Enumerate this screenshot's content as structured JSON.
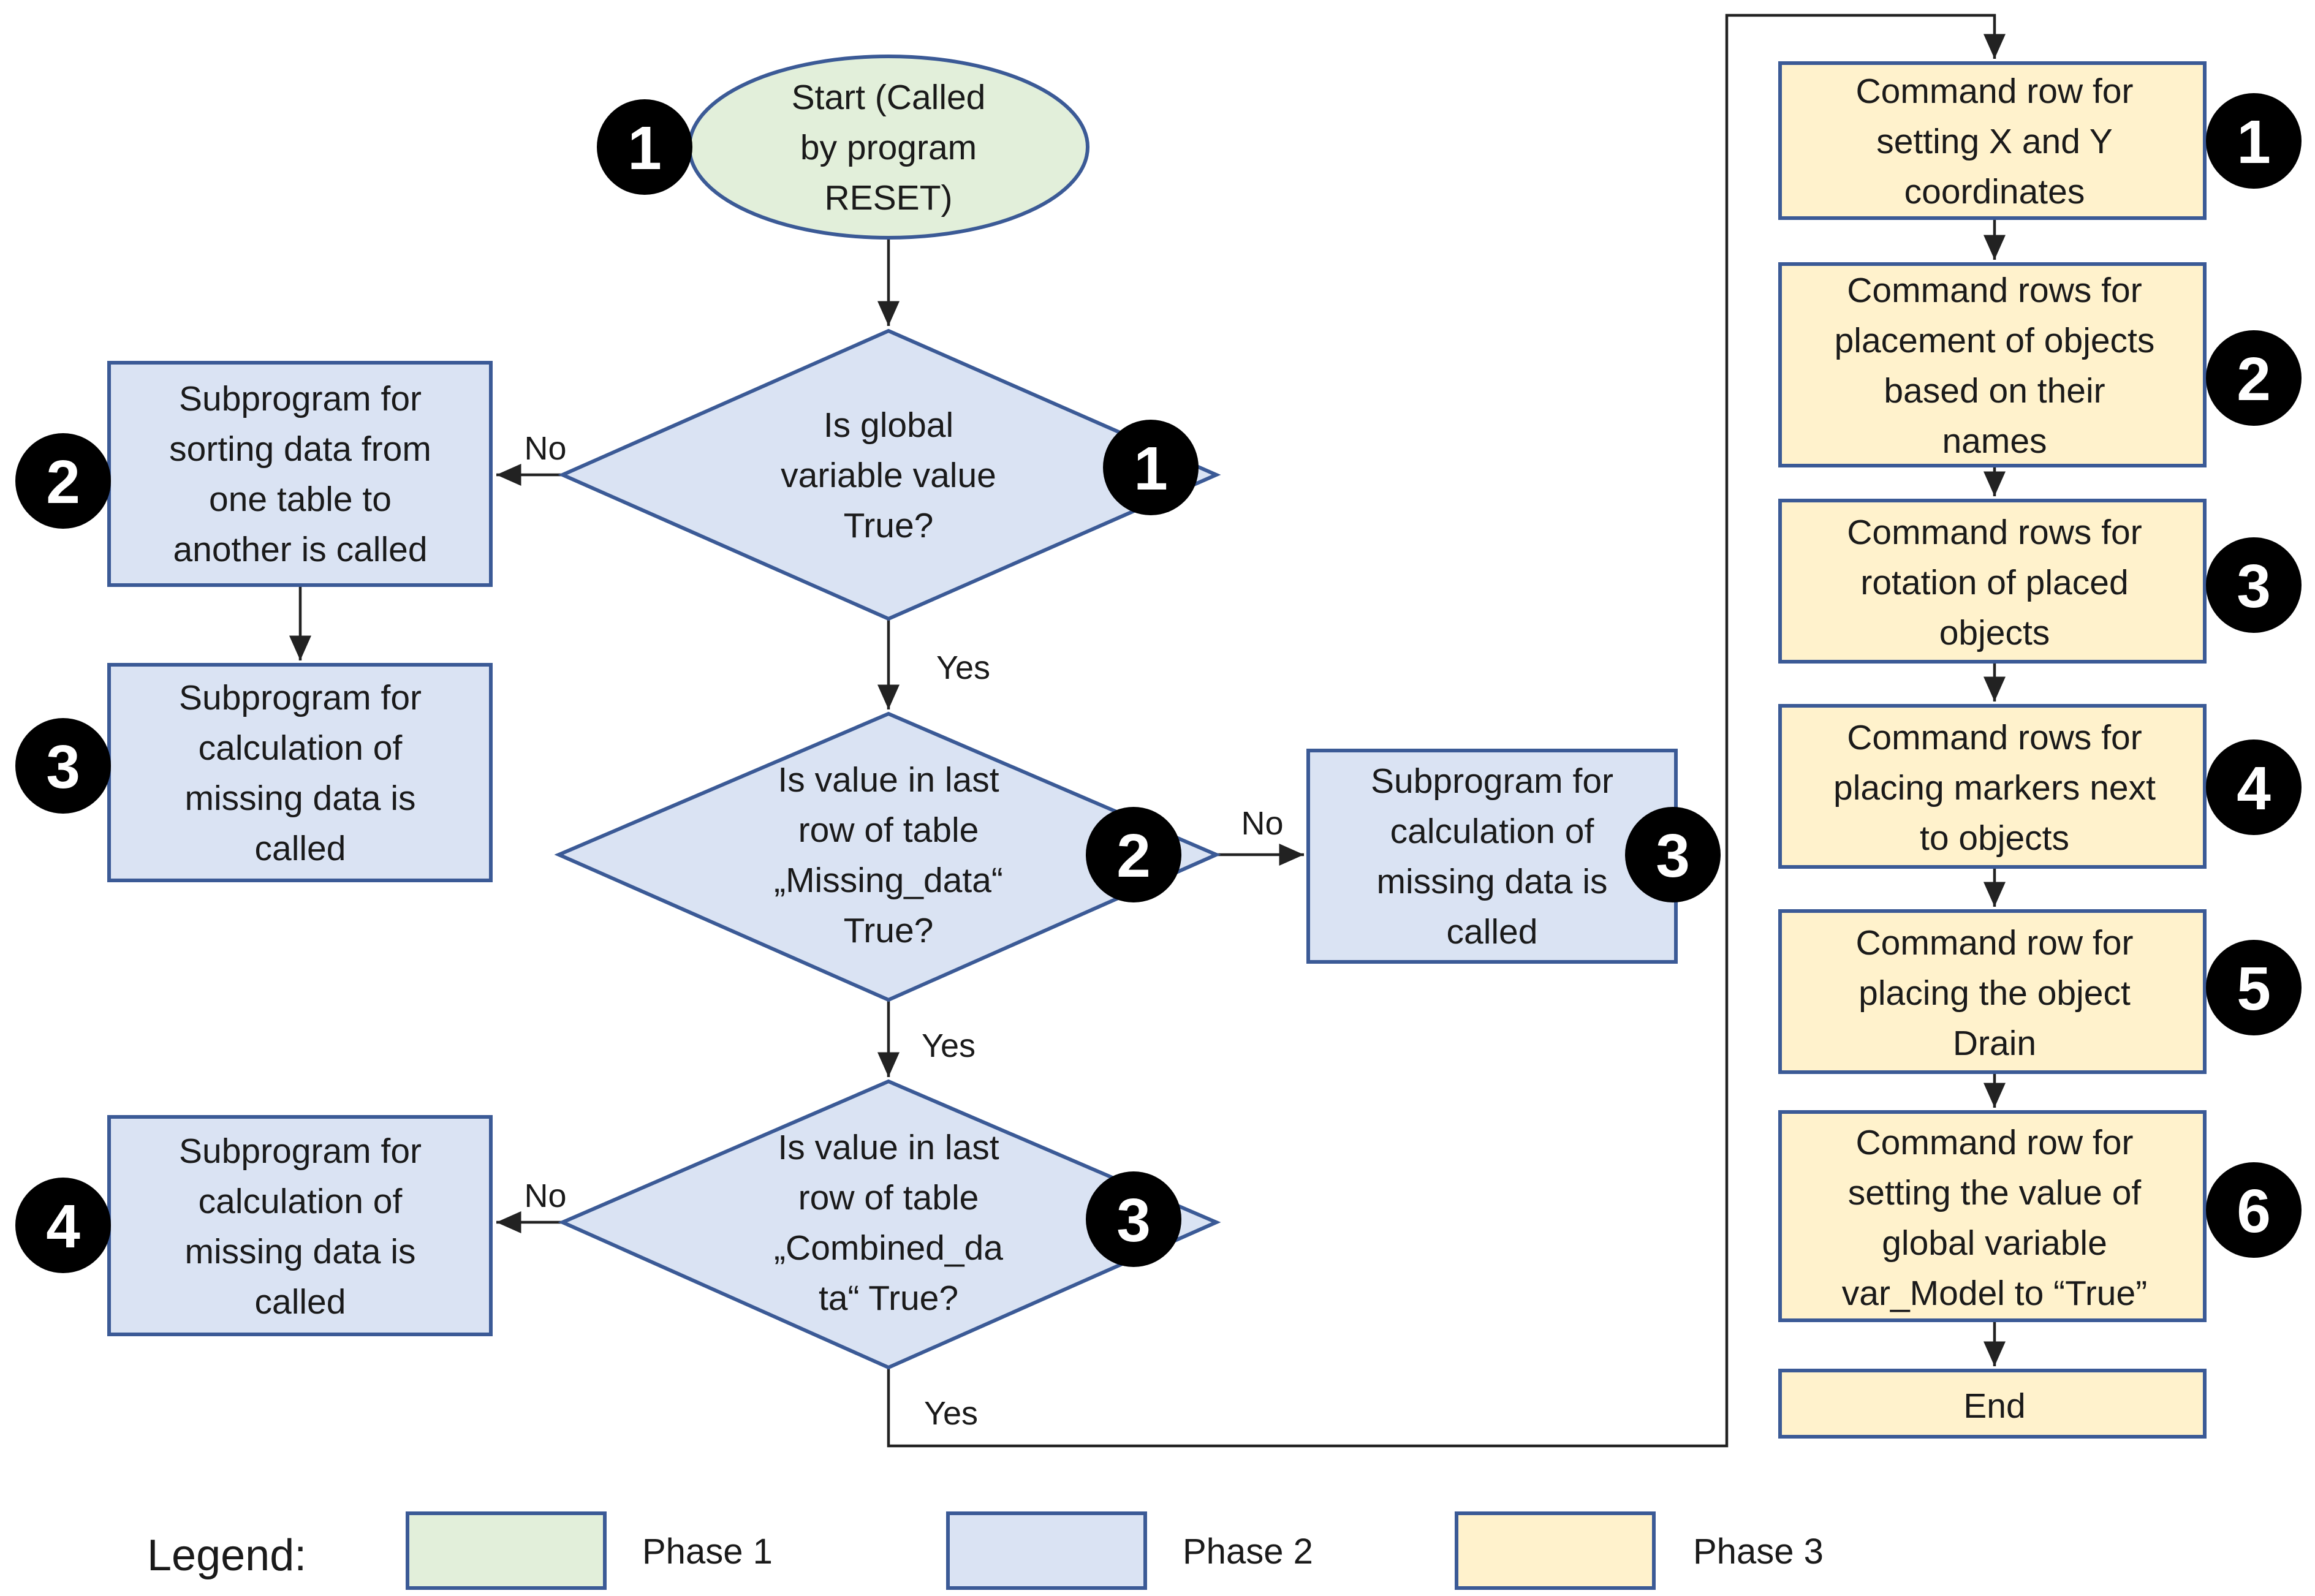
{
  "colors": {
    "phase1": "#e2efda",
    "phase2": "#dae3f3",
    "phase3": "#fff2cc",
    "border": "#3b5a96",
    "badge": "#000000",
    "line": "#222222"
  },
  "nodes": {
    "start": {
      "lines": [
        "Start (Called",
        "by program",
        "RESET)"
      ],
      "phase": "phase1"
    },
    "decision1": {
      "lines": [
        "Is global",
        "variable value",
        "True?"
      ],
      "phase": "phase2"
    },
    "decision2": {
      "lines": [
        "Is value in last",
        "row of table",
        "„Missing_data“",
        "True?"
      ],
      "phase": "phase2"
    },
    "decision3": {
      "lines": [
        "Is value in last",
        "row of table",
        "„Combined_da",
        "ta“ True?"
      ],
      "phase": "phase2"
    },
    "sub_sort": {
      "lines": [
        "Subprogram for",
        "sorting data from",
        "one table to",
        "another is called"
      ],
      "phase": "phase2"
    },
    "sub_calc_a": {
      "lines": [
        "Subprogram for",
        "calculation of",
        "missing data is",
        "called"
      ],
      "phase": "phase2"
    },
    "sub_calc_b": {
      "lines": [
        "Subprogram for",
        "calculation of",
        "missing data is",
        "called"
      ],
      "phase": "phase2"
    },
    "sub_calc_c": {
      "lines": [
        "Subprogram for",
        "calculation of",
        "missing data is",
        "called"
      ],
      "phase": "phase2"
    },
    "cmd1": {
      "lines": [
        "Command row for",
        "setting X and Y",
        "coordinates"
      ],
      "phase": "phase3"
    },
    "cmd2": {
      "lines": [
        "Command rows for",
        "placement of objects",
        "based on their",
        "names"
      ],
      "phase": "phase3"
    },
    "cmd3": {
      "lines": [
        "Command rows for",
        "rotation of placed",
        "objects"
      ],
      "phase": "phase3"
    },
    "cmd4": {
      "lines": [
        "Command rows for",
        "placing markers next",
        "to objects"
      ],
      "phase": "phase3"
    },
    "cmd5": {
      "lines": [
        "Command row for",
        "placing the object",
        "Drain"
      ],
      "phase": "phase3"
    },
    "cmd6": {
      "lines": [
        "Command row for",
        "setting the value of",
        "global variable",
        "var_Model to “True”"
      ],
      "phase": "phase3"
    },
    "end": {
      "lines": [
        "End"
      ],
      "phase": "phase3"
    }
  },
  "badges": {
    "start": "1",
    "decision1": "1",
    "decision2": "2",
    "decision3": "3",
    "sub_sort": "2",
    "sub_calc_a": "3",
    "sub_calc_b": "3",
    "sub_calc_c": "4",
    "cmd1": "1",
    "cmd2": "2",
    "cmd3": "3",
    "cmd4": "4",
    "cmd5": "5",
    "cmd6": "6"
  },
  "edge_labels": {
    "d1_no": "No",
    "d1_yes": "Yes",
    "d2_no": "No",
    "d2_yes": "Yes",
    "d3_no": "No",
    "d3_yes": "Yes"
  },
  "legend": {
    "title": "Legend:",
    "items": [
      {
        "label": "Phase 1",
        "phase": "phase1"
      },
      {
        "label": "Phase 2",
        "phase": "phase2"
      },
      {
        "label": "Phase 3",
        "phase": "phase3"
      }
    ]
  }
}
